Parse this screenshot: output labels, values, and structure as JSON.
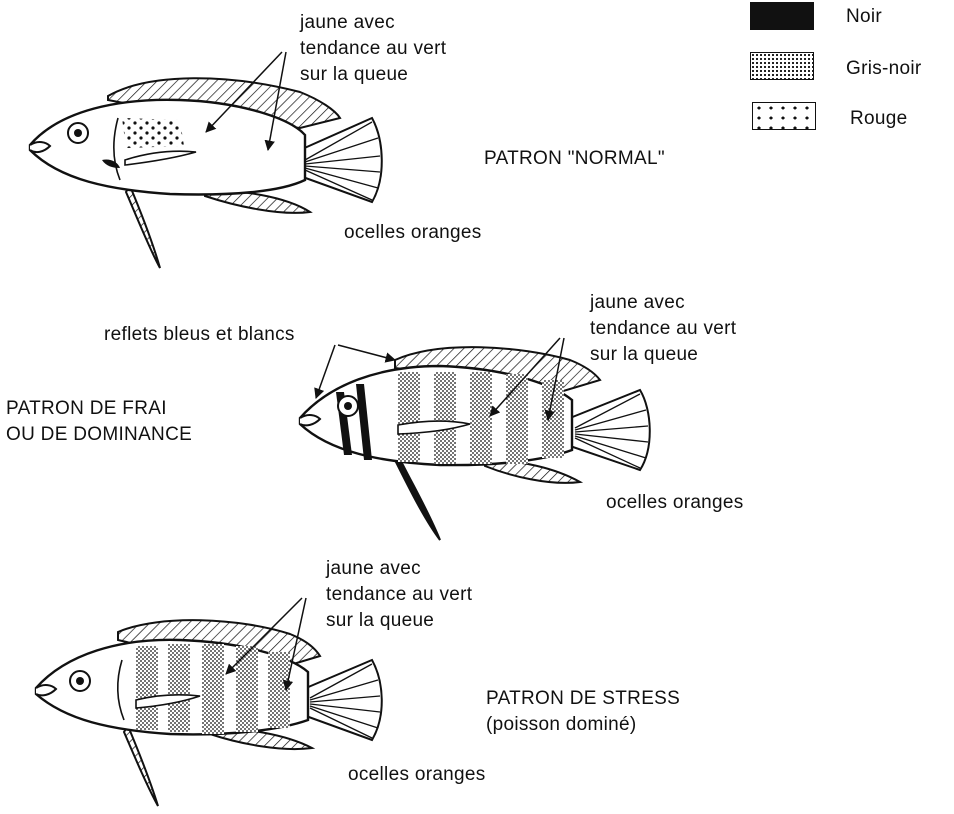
{
  "legend": {
    "items": [
      {
        "label": "Noir",
        "pattern": "solid-black"
      },
      {
        "label": "Gris-noir",
        "pattern": "dense-dots"
      },
      {
        "label": "Rouge",
        "pattern": "sparse-dots"
      }
    ]
  },
  "fish_normal": {
    "title": "PATRON \"NORMAL\"",
    "annotation_lines": [
      "jaune avec",
      "tendance au vert",
      "sur la queue"
    ],
    "ocelli_label": "ocelles oranges"
  },
  "fish_spawning": {
    "title_lines": [
      "PATRON DE FRAI",
      "OU DE DOMINANCE"
    ],
    "reflections_label": "reflets bleus et blancs",
    "annotation_lines": [
      "jaune avec",
      "tendance au vert",
      "sur la queue"
    ],
    "ocelli_label": "ocelles oranges"
  },
  "fish_stress": {
    "title_lines": [
      "PATRON DE STRESS",
      "(poisson dominé)"
    ],
    "annotation_lines": [
      "jaune avec",
      "tendance au vert",
      "sur la queue"
    ],
    "ocelli_label": "ocelles oranges"
  },
  "colors": {
    "ink": "#111111",
    "paper": "#ffffff"
  }
}
